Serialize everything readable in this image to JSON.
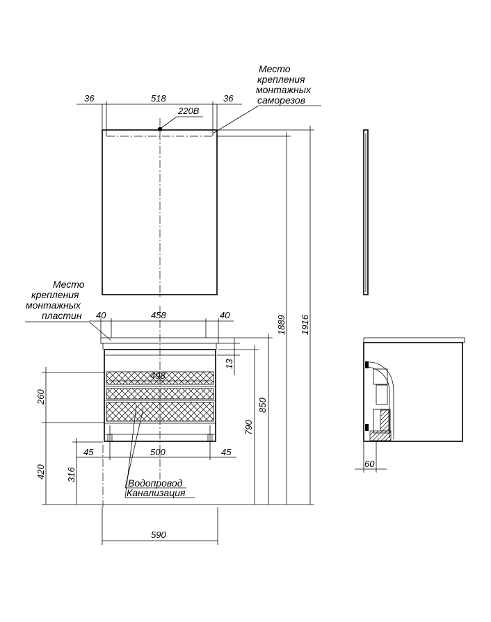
{
  "drawing": {
    "labels": {
      "power": "220В",
      "water_supply": "Водопровод",
      "sewer": "Канализация",
      "mirror_mount": [
        "Место",
        "крепления",
        "монтажных",
        "саморезов"
      ],
      "cabinet_mount": [
        "Место",
        "крепления",
        "монтажных",
        "пластин"
      ]
    },
    "dimensions": {
      "mirror_left_margin": "36",
      "mirror_span": "518",
      "mirror_right_margin": "36",
      "plate_left": "40",
      "plate_span": "458",
      "plate_right": "40",
      "inner_width": "498",
      "cabinet_offset_left": "45",
      "cabinet_span": "500",
      "cabinet_offset_right": "45",
      "overall_width": "590",
      "drawer_height": "260",
      "pipe_height": "420",
      "sewer_height": "316",
      "top_thickness": "13",
      "height_790": "790",
      "height_850": "850",
      "height_1889": "1889",
      "height_1916": "1916",
      "side_depth": "60"
    }
  }
}
